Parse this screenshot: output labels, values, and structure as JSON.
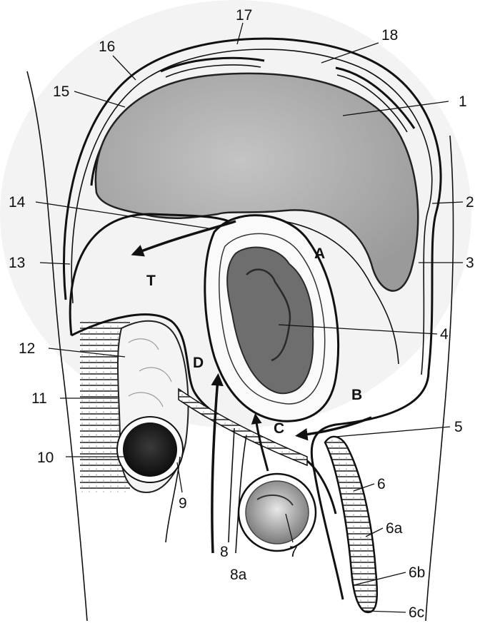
{
  "labels": {
    "n1": "1",
    "n2": "2",
    "n3": "3",
    "n4": "4",
    "n5": "5",
    "n6": "6",
    "n6a": "6a",
    "n6b": "6b",
    "n6c": "6c",
    "n7": "7",
    "n8": "8",
    "n8a": "8a",
    "n9": "9",
    "n10": "10",
    "n11": "11",
    "n12": "12",
    "n13": "13",
    "n14": "14",
    "n15": "15",
    "n16": "16",
    "n17": "17",
    "n18": "18"
  },
  "flow_labels": {
    "A": "A",
    "B": "B",
    "C": "C",
    "D": "D",
    "T": "T"
  },
  "colors": {
    "ink": "#111111",
    "cerebrum": "#b9b9b9",
    "cerebrum_edge": "#8f8f8f",
    "tissue": "#6e6e6e",
    "tissue_dark": "#3a3a3a",
    "dark_mass": "#1c1c1c",
    "bulb": "#c9c9c9",
    "shade": "#dedede"
  }
}
